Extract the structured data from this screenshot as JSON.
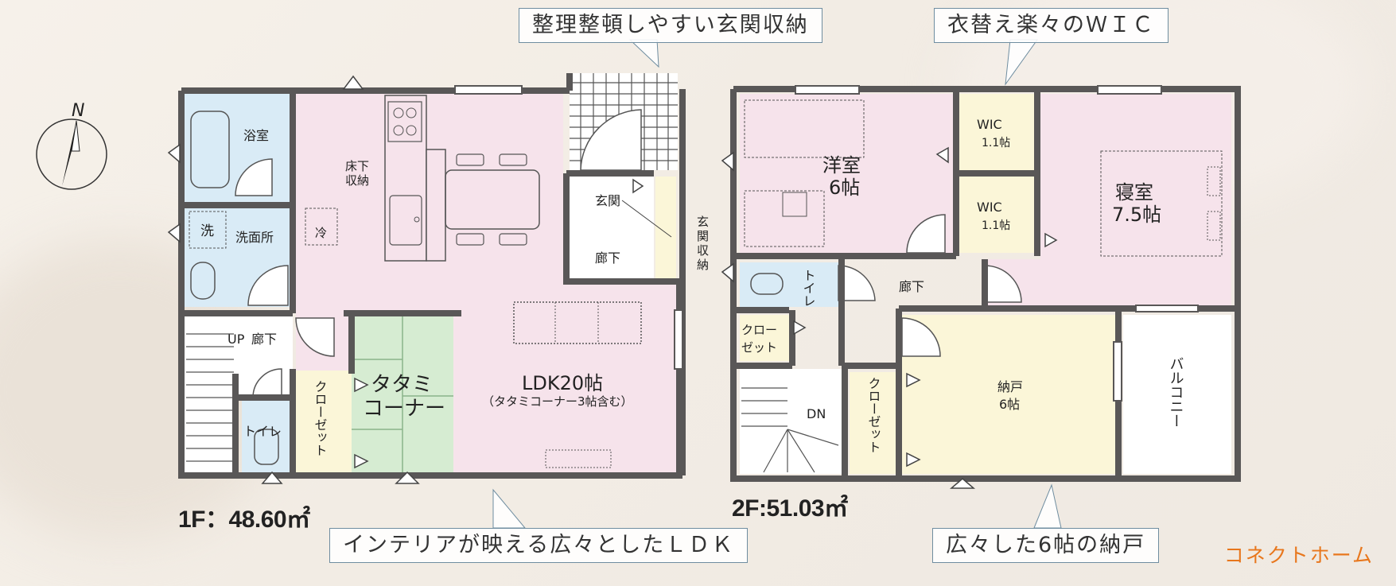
{
  "callouts": {
    "entrance_storage": "整理整頓しやすい玄関収納",
    "wic": "衣替え楽々のＷＩＣ",
    "ldk": "インテリアが映える広々としたＬＤＫ",
    "storage_room": "広々した6帖の納戸"
  },
  "floor1": {
    "area": "1F：48.60㎡",
    "rooms": {
      "bath": "浴室",
      "floor_storage_1": "床下",
      "floor_storage_2": "収納",
      "washroom": "洗面所",
      "washer": "洗",
      "fridge": "冷",
      "entrance": "玄関",
      "hall_entry": "廊下",
      "entrance_storage": [
        "玄",
        "関",
        "収",
        "納"
      ],
      "up": "UP",
      "hall": "廊下",
      "toilet": "トイレ",
      "closet": "クローゼット",
      "tatami_1": "タタミ",
      "tatami_2": "コーナー",
      "ldk": "LDK20帖",
      "ldk_note": "（タタミコーナー3帖含む）"
    }
  },
  "floor2": {
    "area": "2F:51.03㎡",
    "rooms": {
      "western_1": "洋室",
      "western_2": "6帖",
      "wic1_1": "WIC",
      "wic1_2": "1.1帖",
      "wic2_1": "WIC",
      "wic2_2": "1.1帖",
      "bedroom_1": "寝室",
      "bedroom_2": "7.5帖",
      "toilet": "トイレ",
      "hall": "廊下",
      "closet_a": "クロー",
      "closet_b": "ゼット",
      "dn": "DN",
      "closet2": "クローゼット",
      "storage_1": "納戸",
      "storage_2": "6帖",
      "balcony": "バルコニー"
    }
  },
  "compass": "N",
  "brand": "コネクトホーム",
  "colors": {
    "pink": "#f6e3eb",
    "blue": "#d9ebf6",
    "yellow": "#fbf6d8",
    "green": "#d6ecd2",
    "wall": "#595757",
    "brand": "#e8771d"
  }
}
